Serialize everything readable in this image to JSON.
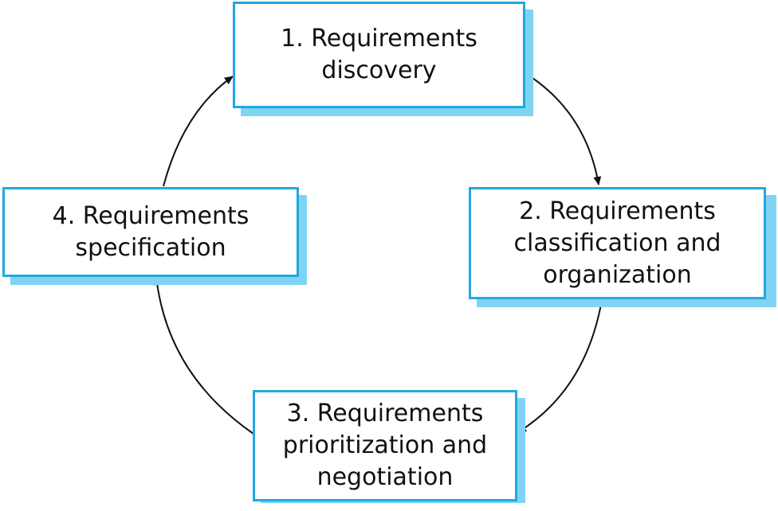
{
  "diagram": {
    "type": "cycle",
    "nodes": [
      {
        "id": "n1",
        "label": "1. Requirements\ndiscovery"
      },
      {
        "id": "n2",
        "label": "2. Requirements\nclassification and\norganization"
      },
      {
        "id": "n3",
        "label": "3. Requirements\nprioritization and\nnegotiation"
      },
      {
        "id": "n4",
        "label": "4. Requirements\nspecification"
      }
    ],
    "edges": [
      {
        "from": "n1",
        "to": "n2"
      },
      {
        "from": "n2",
        "to": "n3"
      },
      {
        "from": "n3",
        "to": "n4"
      },
      {
        "from": "n4",
        "to": "n1"
      }
    ],
    "colors": {
      "box_border": "#21a8e0",
      "box_shadow": "#7fd3f3",
      "arrow": "#111111",
      "text": "#111111"
    }
  }
}
